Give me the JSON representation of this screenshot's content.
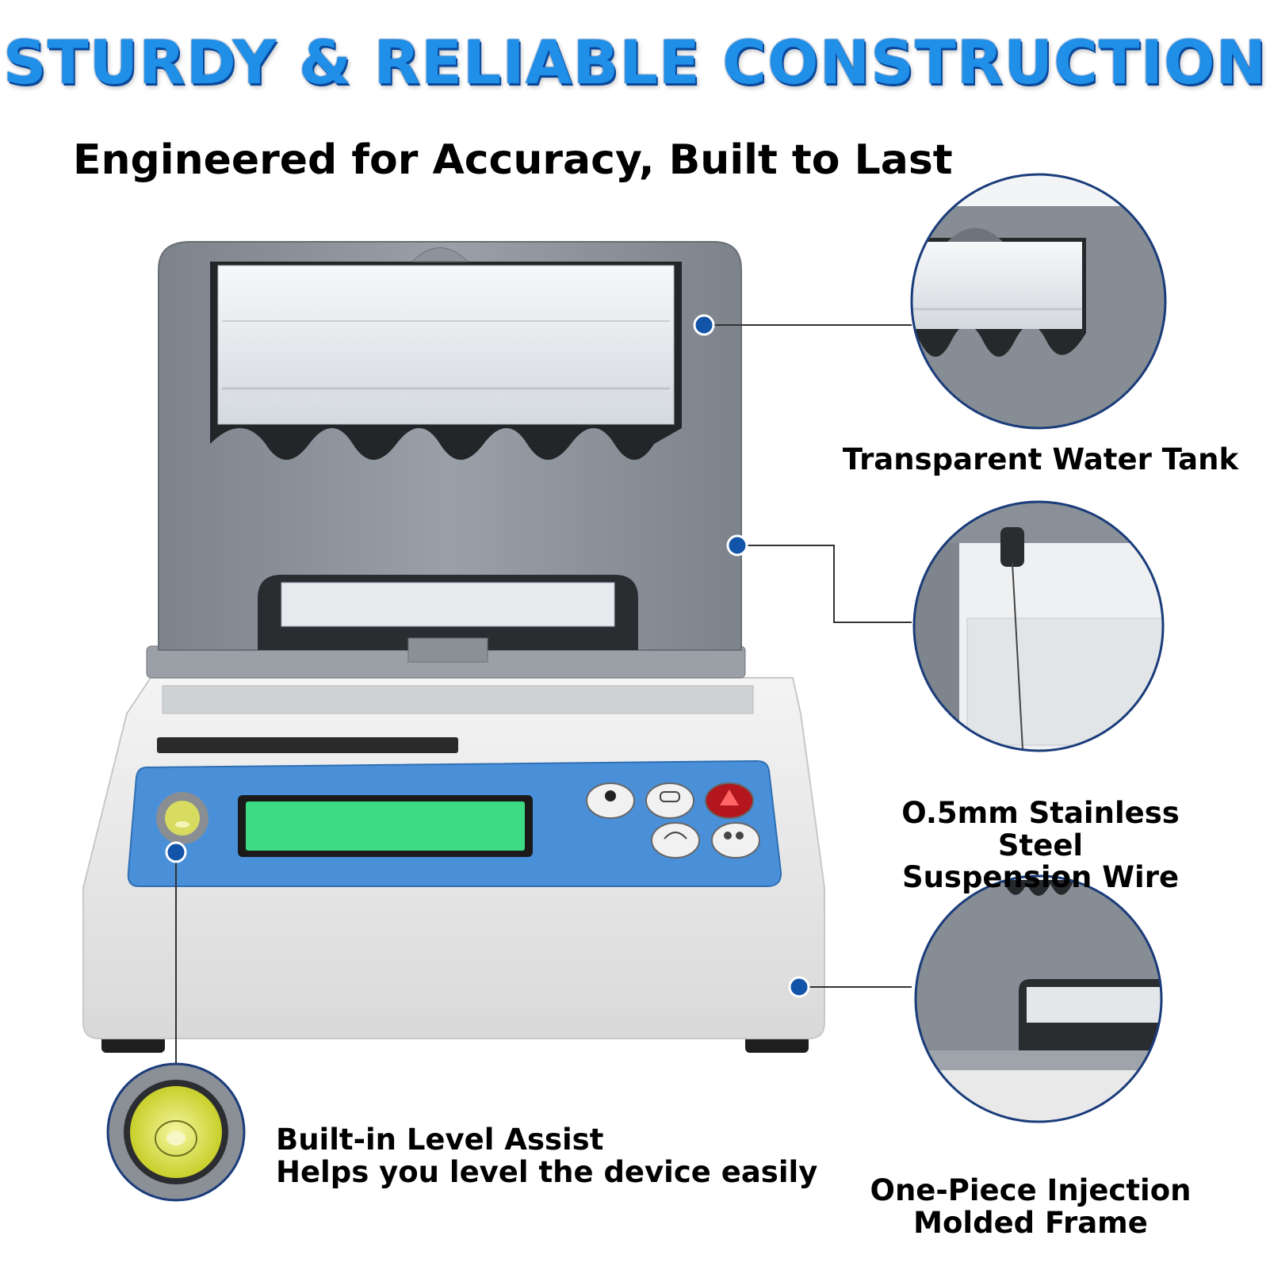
{
  "headline": "STURDY & RELIABLE CONSTRUCTION",
  "subheadline": "Engineered for Accuracy, Built to Last",
  "callouts": {
    "tank": {
      "label": "Transparent Water Tank"
    },
    "wire": {
      "line1": "O.5mm Stainless Steel",
      "line2": "Suspension Wire"
    },
    "frame": {
      "line1": "One-Piece Injection",
      "line2": "Molded Frame"
    },
    "level": {
      "line1": "Built-in Level Assist",
      "line2": "Helps you level the device easily"
    }
  },
  "product": {
    "display_color": "#3ddc84",
    "panel_color": "#4a90d9",
    "housing_color": "#8a9098",
    "base_color": "#e8e8e8",
    "accent_dot_color": "#1254a8",
    "key_icons": [
      "record-icon",
      "memory-icon",
      "tare-icon",
      "calibrate-icon",
      "mode-icon"
    ]
  }
}
